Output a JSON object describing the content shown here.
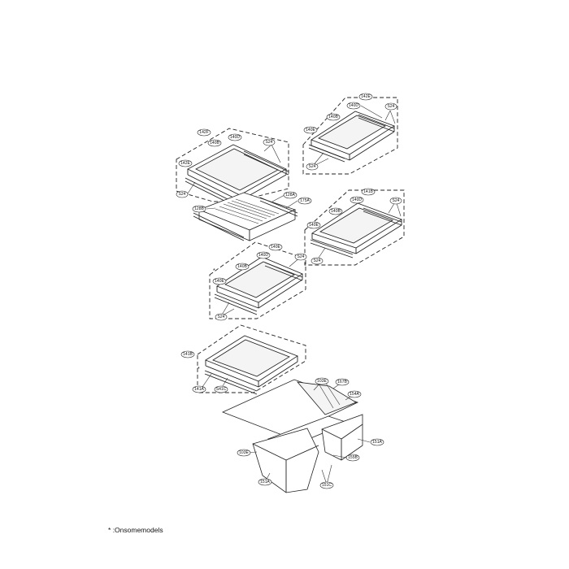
{
  "footnote": {
    "symbol": "*",
    "text": ":Onsomemodels"
  },
  "asterisk": "*",
  "callouts": {
    "s1": [
      "142E",
      "140D",
      "S24",
      "140B",
      "140E",
      "S24"
    ],
    "s2": [
      "142F",
      "140B",
      "140D",
      "S24",
      "142E",
      "S24",
      "128A",
      "175A",
      "128B"
    ],
    "s3": [
      "141B",
      "140D",
      "140B",
      "S24",
      "140E",
      "S24"
    ],
    "s4": [
      "140E",
      "140D",
      "S24",
      "140B",
      "140E",
      "S24"
    ],
    "s5": [
      "141B",
      "141A",
      "S41C"
    ],
    "s6": [
      "103E",
      "167B",
      "154A",
      "151A",
      "103E",
      "155B",
      "151C",
      "151A"
    ]
  }
}
